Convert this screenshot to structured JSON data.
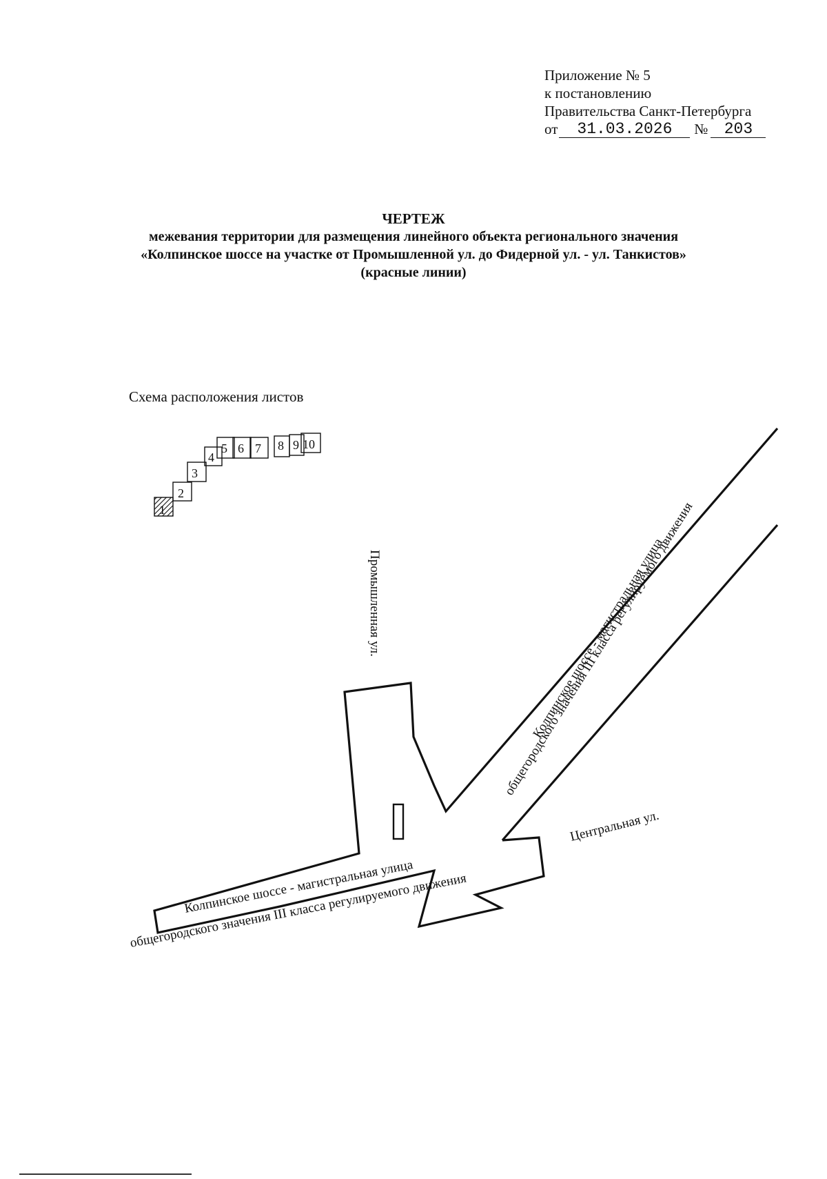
{
  "appendix": {
    "line1": "Приложение № 5",
    "line2": "к постановлению",
    "line3": "Правительства Санкт-Петербурга",
    "date_prefix": "от",
    "date": "31.03.2026",
    "number_sign": "№",
    "number": "203"
  },
  "title": {
    "heading": "ЧЕРТЕЖ",
    "line1": "межевания территории для размещения линейного объекта регионального значения",
    "line2": "«Колпинское шоссе на участке от Промышленной ул. до Фидерной ул. - ул. Танкистов»",
    "line3": "(красные линии)"
  },
  "scheme": {
    "label": "Схема расположения листов",
    "sheets": [
      "1",
      "2",
      "3",
      "4",
      "5",
      "6",
      "7",
      "8",
      "9",
      "10"
    ],
    "current_sheet": "1"
  },
  "map": {
    "street_promyshlennaya": "Промышленная ул.",
    "street_tsentralnaya": "Центральная ул.",
    "kolpino_ne_line1": "Колпинское шоссе - магистральная улица",
    "kolpino_ne_line2": "общегородского значения III класса регулируемого движения",
    "kolpino_sw_line1": "Колпинское шоссе - магистральная улица",
    "kolpino_sw_line2": "общегородского значения III класса регулируемого движения"
  }
}
